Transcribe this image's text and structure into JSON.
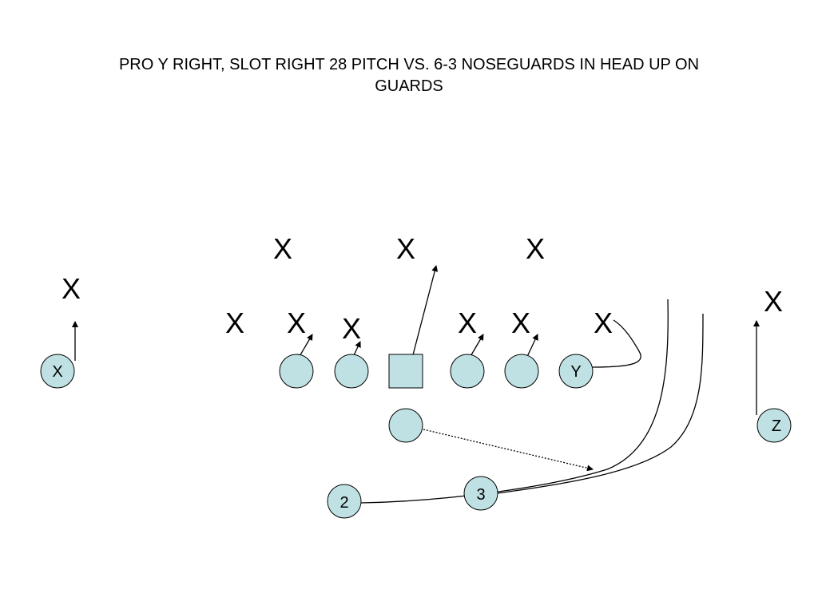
{
  "title": {
    "line1": "PRO Y RIGHT, SLOT RIGHT 28 PITCH VS. 6-3 NOSEGUARDS IN HEAD UP ON",
    "line2": "GUARDS"
  },
  "defense": {
    "mark": "X",
    "count": 11
  },
  "offense": {
    "fill_color": "#bfe1e4",
    "labels": {
      "split_end": "X",
      "tight_end": "Y",
      "flanker": "Z",
      "back_2": "2",
      "back_3": "3"
    }
  }
}
